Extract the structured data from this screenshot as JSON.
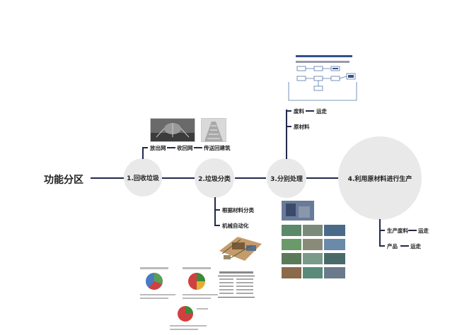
{
  "root": {
    "label": "功能分区"
  },
  "nodes": [
    {
      "id": "collect",
      "label": "1.回收垃圾"
    },
    {
      "id": "sort",
      "label": "2.垃圾分类"
    },
    {
      "id": "process",
      "label": "3.分别处理"
    },
    {
      "id": "reuse",
      "label": "4.利用原材料进行生产"
    }
  ],
  "collect_branch": {
    "items": [
      "放出网",
      "收回网",
      "传送回建筑"
    ]
  },
  "sort_branch": {
    "items": [
      "根据材料分类",
      "机械自动化"
    ]
  },
  "process_branch": {
    "items": [
      "废料",
      "运走",
      "原材料"
    ]
  },
  "reuse_branch": {
    "items": [
      "生产废料",
      "运走",
      "产品",
      "运走"
    ]
  },
  "colors": {
    "line": "#22294a",
    "node": "#e9e9e9"
  }
}
